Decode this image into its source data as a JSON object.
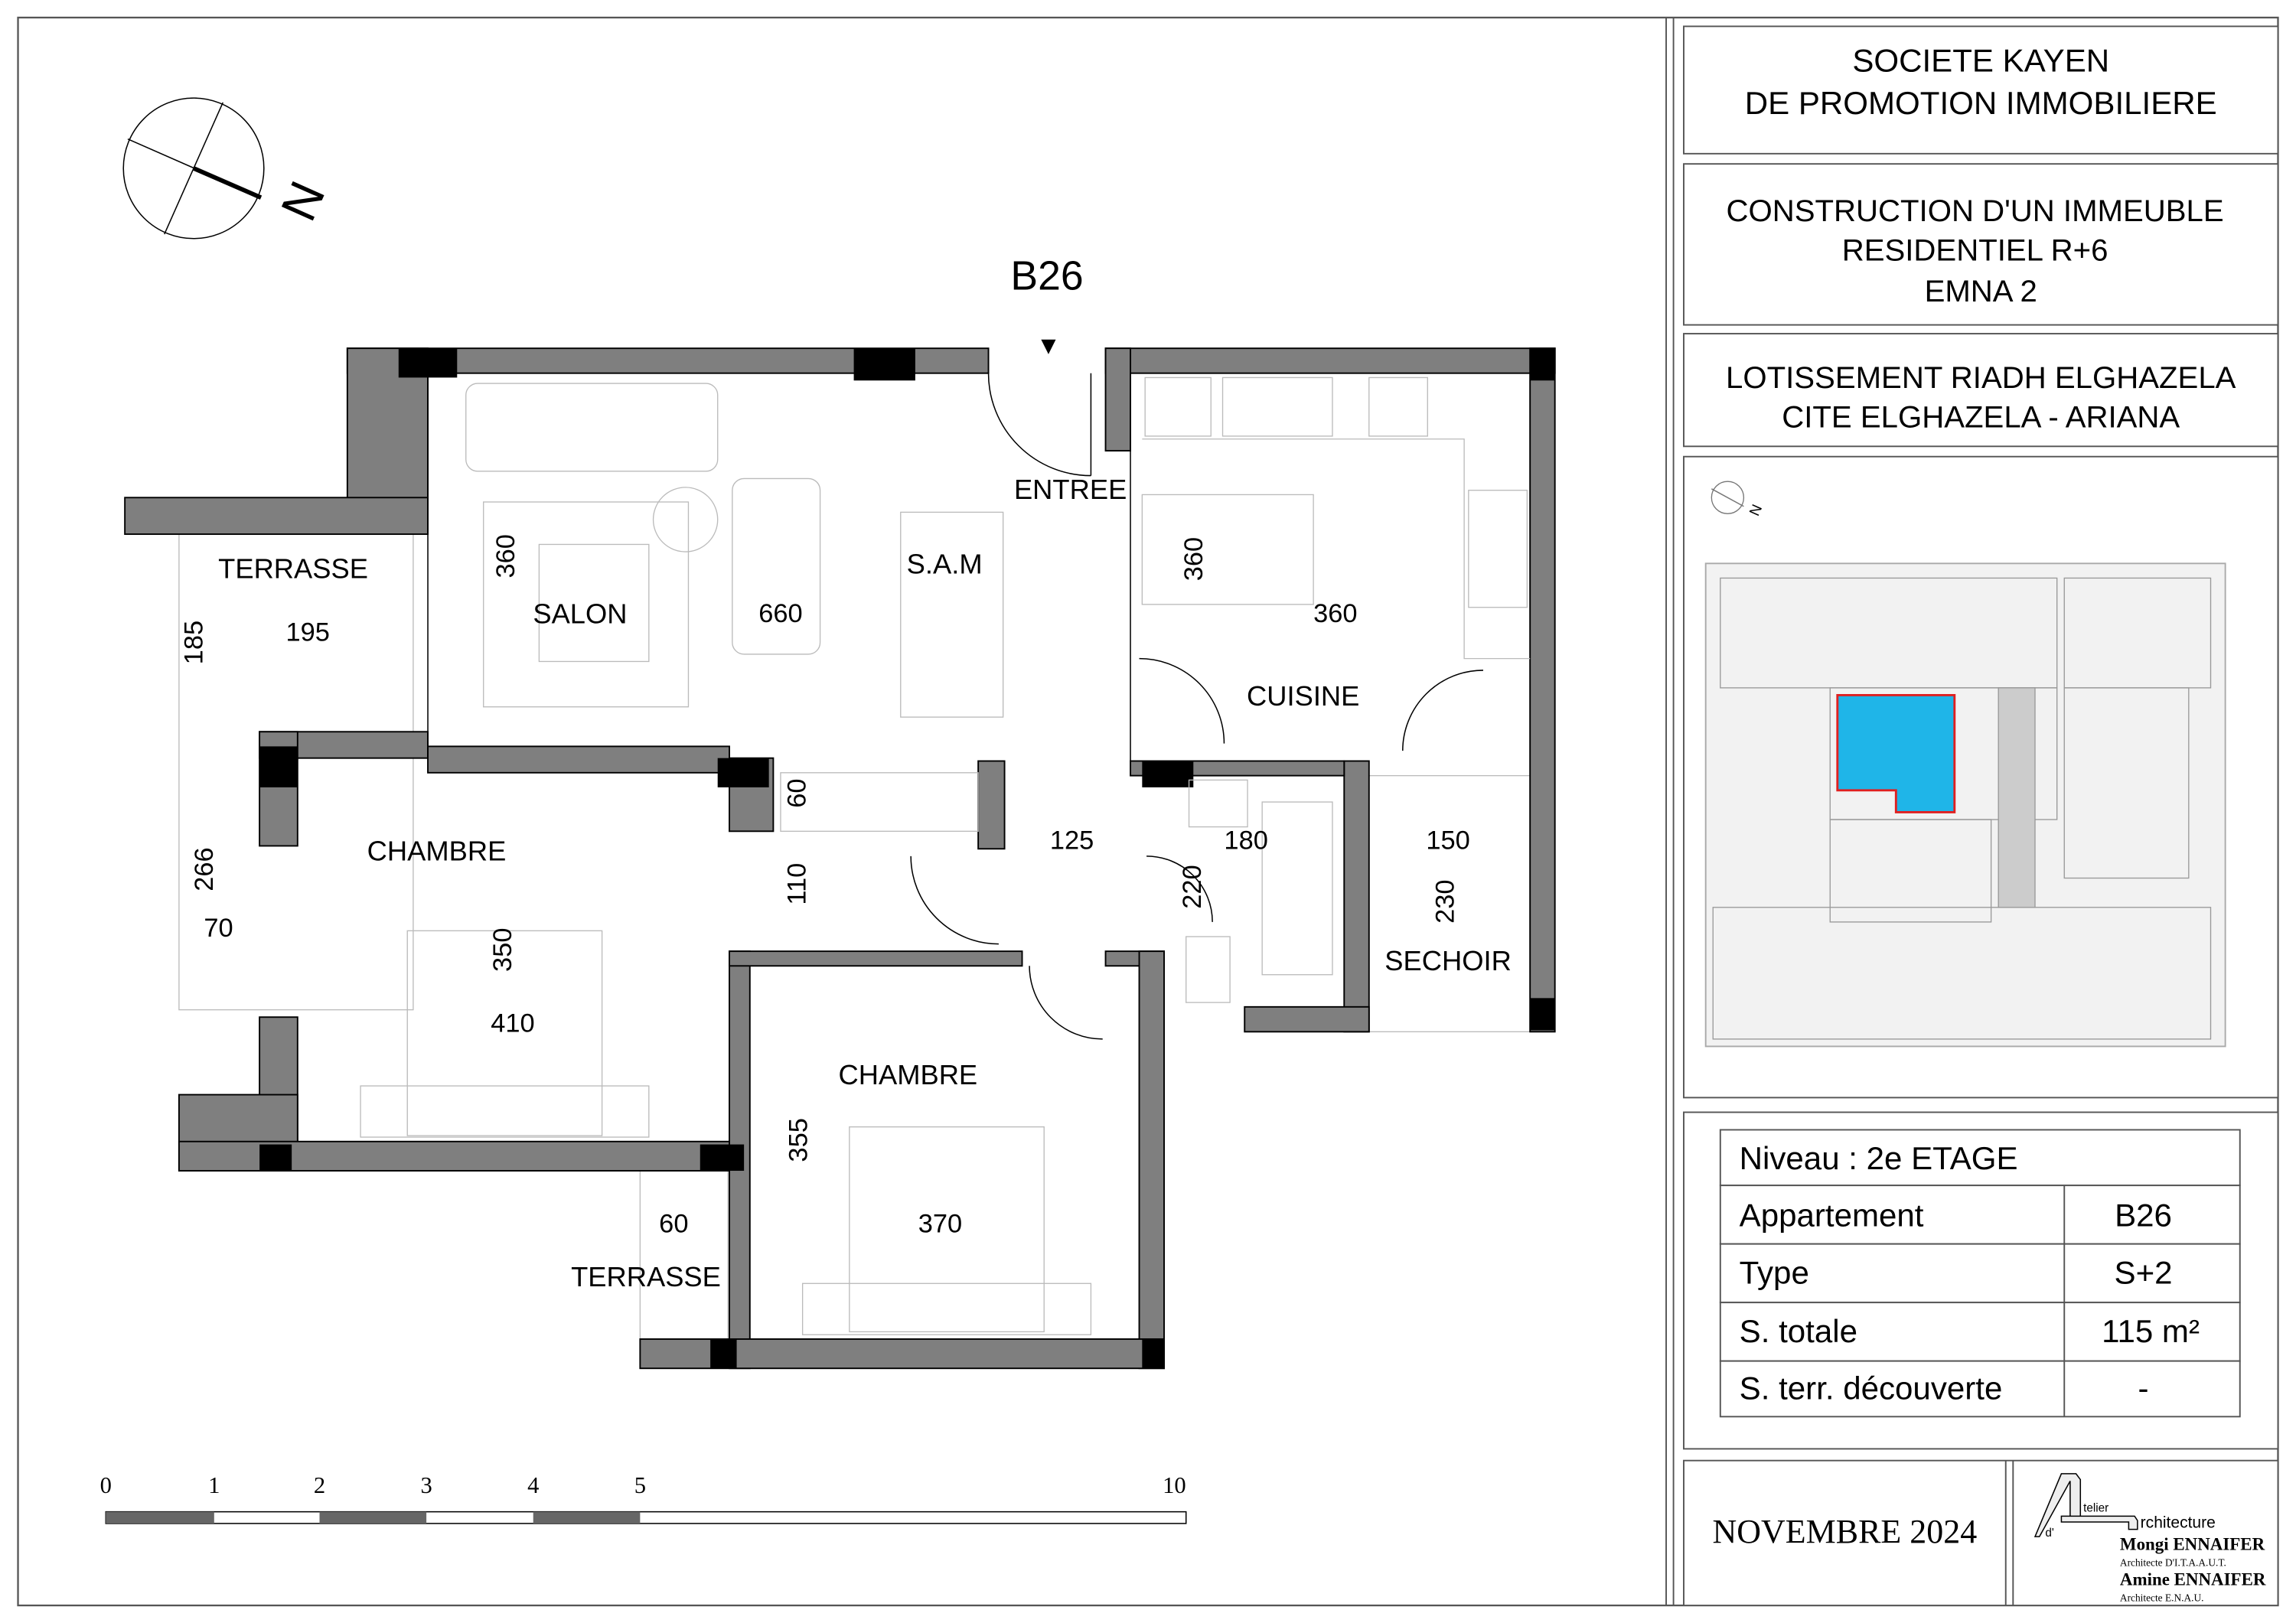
{
  "sheet": {
    "apartment_title": "B26",
    "north_label": "N",
    "client": {
      "line1": "SOCIETE KAYEN",
      "line2": "DE PROMOTION IMMOBILIERE"
    },
    "project": {
      "line1": "CONSTRUCTION  D'UN IMMEUBLE",
      "line2": "RESIDENTIEL  R+6",
      "line3": "EMNA  2"
    },
    "location": {
      "line1": "LOTISSEMENT RIADH ELGHAZELA",
      "line2": "CITE ELGHAZELA - ARIANA"
    },
    "date": "NOVEMBRE  2024",
    "highlight_color": "#1fb5e8"
  },
  "rooms": {
    "salon": "SALON",
    "sam": "S.A.M",
    "entree": "ENTREE",
    "cuisine": "CUISINE",
    "terrasse1": "TERRASSE",
    "chambre1": "CHAMBRE",
    "chambre2": "CHAMBRE",
    "sechoir": "SECHOIR",
    "terrasse2": "TERRASSE"
  },
  "dimensions": {
    "salon_h": "360",
    "salon_w": "660",
    "cuisine_h": "360",
    "cuisine_w": "360",
    "terrasse_h": "185",
    "terrasse_w": "195",
    "terrasse_side": "266",
    "terrasse_depth": "70",
    "placard": "60",
    "couloir_h": "110",
    "couloir_w": "125",
    "sdb_w": "180",
    "sdb_h": "220",
    "sechoir_w": "150",
    "sechoir_h": "230",
    "ch1_h": "350",
    "ch1_w": "410",
    "ch2_h": "355",
    "ch2_w": "370",
    "terrasse2_w": "60"
  },
  "scale_bar": {
    "ticks": [
      "0",
      "1",
      "2",
      "3",
      "4",
      "5",
      "10"
    ]
  },
  "info_table": {
    "niveau": "Niveau : 2e ETAGE",
    "rows": [
      {
        "label": "Appartement",
        "value": "B26"
      },
      {
        "label": "Type",
        "value": "S+2"
      },
      {
        "label": "S. totale",
        "value": "115 m²"
      },
      {
        "label": "S. terr. découverte",
        "value": "-"
      }
    ]
  },
  "architect": {
    "logo_text": "Atelier d'Architecture",
    "logo_small1": "telier",
    "logo_small2": "d'",
    "logo_small3": "rchitecture",
    "name1": "Mongi ENNAIFER",
    "title1": "Architecte D'I.T.A.A.U.T.",
    "name2": "Amine ENNAIFER",
    "title2": "Architecte  E.N.A.U."
  }
}
